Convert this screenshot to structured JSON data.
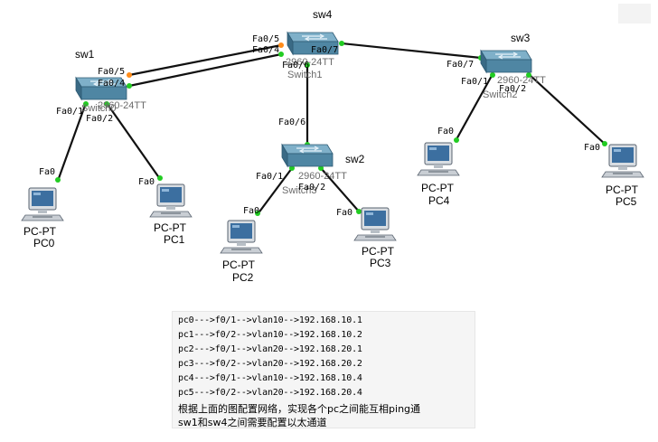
{
  "switches": [
    {
      "id": "sw1",
      "name": "sw1",
      "model": "2960-24TT",
      "hostname": "Switch0"
    },
    {
      "id": "sw4",
      "name": "sw4",
      "model": "2960-24TT",
      "hostname": "Switch1"
    },
    {
      "id": "sw3",
      "name": "sw3",
      "model": "2960-24TT",
      "hostname": "Switch2"
    },
    {
      "id": "sw2",
      "name": "sw2",
      "model": "2960-24TT",
      "hostname": "Switch3"
    }
  ],
  "pcs": [
    {
      "id": "pc0",
      "type": "PC-PT",
      "name": "PC0",
      "port": "Fa0"
    },
    {
      "id": "pc1",
      "type": "PC-PT",
      "name": "PC1",
      "port": "Fa0"
    },
    {
      "id": "pc2",
      "type": "PC-PT",
      "name": "PC2",
      "port": "Fa0"
    },
    {
      "id": "pc3",
      "type": "PC-PT",
      "name": "PC3",
      "port": "Fa0"
    },
    {
      "id": "pc4",
      "type": "PC-PT",
      "name": "PC4",
      "port": "Fa0"
    },
    {
      "id": "pc5",
      "type": "PC-PT",
      "name": "PC5",
      "port": "Fa0"
    }
  ],
  "ports": {
    "sw1_fa05": "Fa0/5",
    "sw1_fa04": "Fa0/4",
    "sw1_fa01": "Fa0/1",
    "sw1_fa02": "Fa0/2",
    "sw4_fa05": "Fa0/5",
    "sw4_fa04": "Fa0/4",
    "sw4_fa07": "Fa0/7",
    "sw4_fa06": "Fa0/6",
    "sw3_fa07": "Fa0/7",
    "sw3_fa01": "Fa0/1",
    "sw3_fa02": "Fa0/2",
    "sw2_fa06": "Fa0/6",
    "sw2_fa01": "Fa0/1",
    "sw2_fa02": "Fa0/2"
  },
  "links": [
    {
      "from": "sw1 Fa0/5",
      "to": "sw4 Fa0/5",
      "status": "orange"
    },
    {
      "from": "sw1 Fa0/4",
      "to": "sw4 Fa0/4",
      "status": "green"
    },
    {
      "from": "sw4 Fa0/7",
      "to": "sw3 Fa0/7",
      "status": "green"
    },
    {
      "from": "sw4 Fa0/6",
      "to": "sw2 Fa0/6",
      "status": "green"
    },
    {
      "from": "sw1 Fa0/1",
      "to": "PC0 Fa0",
      "status": "green"
    },
    {
      "from": "sw1 Fa0/2",
      "to": "PC1 Fa0",
      "status": "green"
    },
    {
      "from": "sw2 Fa0/1",
      "to": "PC2 Fa0",
      "status": "green"
    },
    {
      "from": "sw2 Fa0/2",
      "to": "PC3 Fa0",
      "status": "green"
    },
    {
      "from": "sw3 Fa0/1",
      "to": "PC4 Fa0",
      "status": "green"
    },
    {
      "from": "sw3 Fa0/2",
      "to": "PC5 Fa0",
      "status": "green"
    }
  ],
  "colors": {
    "link": "#111111",
    "port_up": "#22cc22",
    "port_blocking": "#ff8c1a",
    "switch_top": "#5d8ea9",
    "switch_side": "#3f6f8a",
    "pc_screen": "#3c6fa0"
  },
  "notes": {
    "lines": [
      "pc0--->f0/1-->vlan10-->192.168.10.1",
      "pc1--->f0/2-->vlan10-->192.168.10.2",
      "pc2--->f0/1-->vlan20-->192.168.20.1",
      "pc3--->f0/2-->vlan20-->192.168.20.2",
      "pc4--->f0/1-->vlan10-->192.168.10.4",
      "pc5--->f0/2-->vlan20-->192.168.20.4"
    ],
    "task": "根据上面的图配置网络，实现各个pc之间能互相ping通",
    "task2": "sw1和sw4之间需要配置以太通道"
  }
}
